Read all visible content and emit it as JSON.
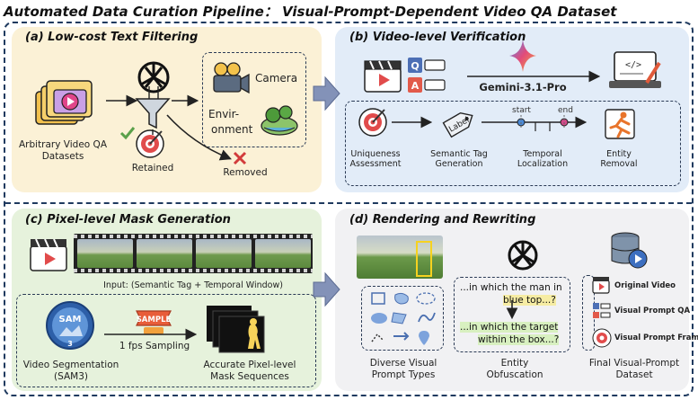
{
  "title": "Automated Data Curation Pipeline： Visual-Prompt-Dependent Video QA Dataset",
  "panel_a": {
    "title": "(a) Low-cost Text Filtering",
    "source_label": "Arbitrary Video QA Datasets",
    "categories": [
      "Camera",
      "Environment"
    ],
    "env_line1": "Envir-",
    "env_line2": "onment",
    "retained": "Retained",
    "removed": "Removed"
  },
  "panel_b": {
    "title": "(b) Video-level Verification",
    "model": "Gemini-3.1-Pro",
    "q_letter": "Q",
    "a_letter": "A",
    "steps": [
      "Uniqueness Assessment",
      "Semantic Tag Generation",
      "Temporal Localization",
      "Entity Removal"
    ],
    "label_tag": "Label",
    "start": "start",
    "end": "end"
  },
  "panel_c": {
    "title": "(c) Pixel-level Mask Generation",
    "input_caption": "Input: (Semantic Tag + Temporal Window)",
    "sam_logo": "SAM",
    "sam_version": "3",
    "segmentation": "Video Segmentation (SAM3)",
    "sample_stamp": "SAMPLE",
    "sampling": "1 fps Sampling",
    "masks": "Accurate Pixel-level Mask Sequences"
  },
  "panel_d": {
    "title": "(d) Rendering and Rewriting",
    "prompt_types": "Diverse Visual Prompt Types",
    "q_before_1": "...in which the man in",
    "q_before_2": "blue top...?",
    "q_after_1": "...in which the target",
    "q_after_2": "within the box...?",
    "obfuscation": "Entity Obfuscation",
    "final_items": [
      "Original Video",
      "Visual Prompt QA",
      "Visual Prompt Frame"
    ],
    "final": "Final Visual-Prompt Dataset"
  },
  "colors": {
    "panel_a": "#fbf1d6",
    "panel_b": "#e2ecf8",
    "panel_c": "#e6f2dc",
    "panel_d": "#f1f1f3",
    "border": "#1f3a5f",
    "arrow": "#8392b8",
    "accent_red": "#d23b3b"
  }
}
